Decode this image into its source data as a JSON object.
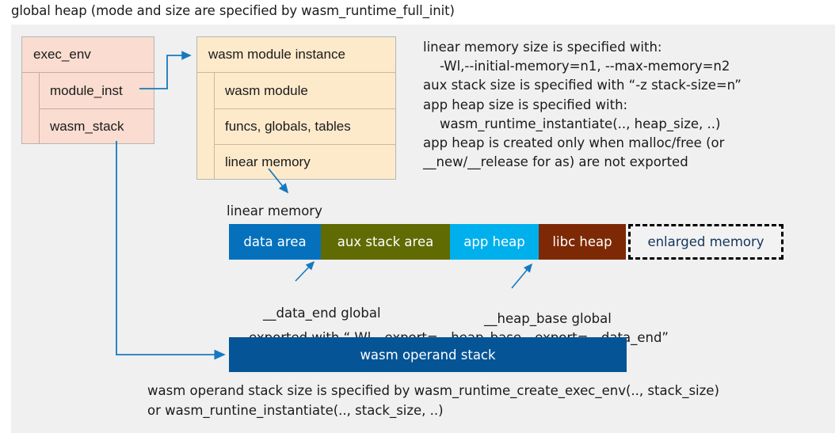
{
  "title": "global heap (mode and size are specified by wasm_runtime_full_init)",
  "colors": {
    "canvas_bg": "#f0f0f0",
    "exec_env_fill": "#fadcd0",
    "module_inst_fill": "#fdeacb",
    "data_area": "#0571bc",
    "aux_stack_area": "#606b04",
    "app_heap": "#00b0ec",
    "libc_heap": "#7e2905",
    "enlarged_memory_text": "#12365e",
    "operand_stack": "#055496",
    "arrow": "#1679c0"
  },
  "exec_env": {
    "header": "exec_env",
    "rows": [
      "module_inst",
      "wasm_stack"
    ]
  },
  "module_instance": {
    "header": "wasm module instance",
    "rows": [
      "wasm module",
      "funcs, globals, tables",
      "linear memory"
    ]
  },
  "note": {
    "lines": [
      "linear memory size is specified with:",
      "    -Wl,--initial-memory=n1, --max-memory=n2",
      "aux stack size is specified with “-z stack-size=n”",
      "app heap size is specified with:",
      "    wasm_runtime_instantiate(.., heap_size, ..)",
      "app heap is created only when malloc/free (or",
      "__new/__release for as) are not exported"
    ],
    "text": "linear memory size is specified with:\n    -Wl,--initial-memory=n1, --max-memory=n2\naux stack size is specified with “-z stack-size=n”\napp heap size is specified with:\n    wasm_runtime_instantiate(.., heap_size, ..)\napp heap is created only when malloc/free (or\n__new/__release for as) are not exported"
  },
  "linear_memory": {
    "label": "linear memory",
    "segments": [
      {
        "label": "data area",
        "color": "#0571bc",
        "width": 116
      },
      {
        "label": "aux stack area",
        "color": "#606b04",
        "width": 163
      },
      {
        "label": "app heap",
        "color": "#00b0ec",
        "width": 112
      },
      {
        "label": "libc heap",
        "color": "#7e2905",
        "width": 110
      },
      {
        "label": "enlarged memory",
        "color": "#f2f2f2",
        "width": 196,
        "dashed": true
      }
    ]
  },
  "annotations": {
    "data_end": "__data_end global",
    "heap_base": "__heap_base global",
    "exported": "exported with “-Wl,--export=__heap_base,--export=__data_end”"
  },
  "operand_stack": {
    "label": "wasm operand stack"
  },
  "bottom_note": {
    "lines": [
      "wasm operand stack size is specified by wasm_runtime_create_exec_env(.., stack_size)",
      "or wasm_runtine_instantiate(.., stack_size, ..)"
    ],
    "text": "wasm operand stack size is specified by wasm_runtime_create_exec_env(.., stack_size)\nor wasm_runtine_instantiate(.., stack_size, ..)"
  }
}
